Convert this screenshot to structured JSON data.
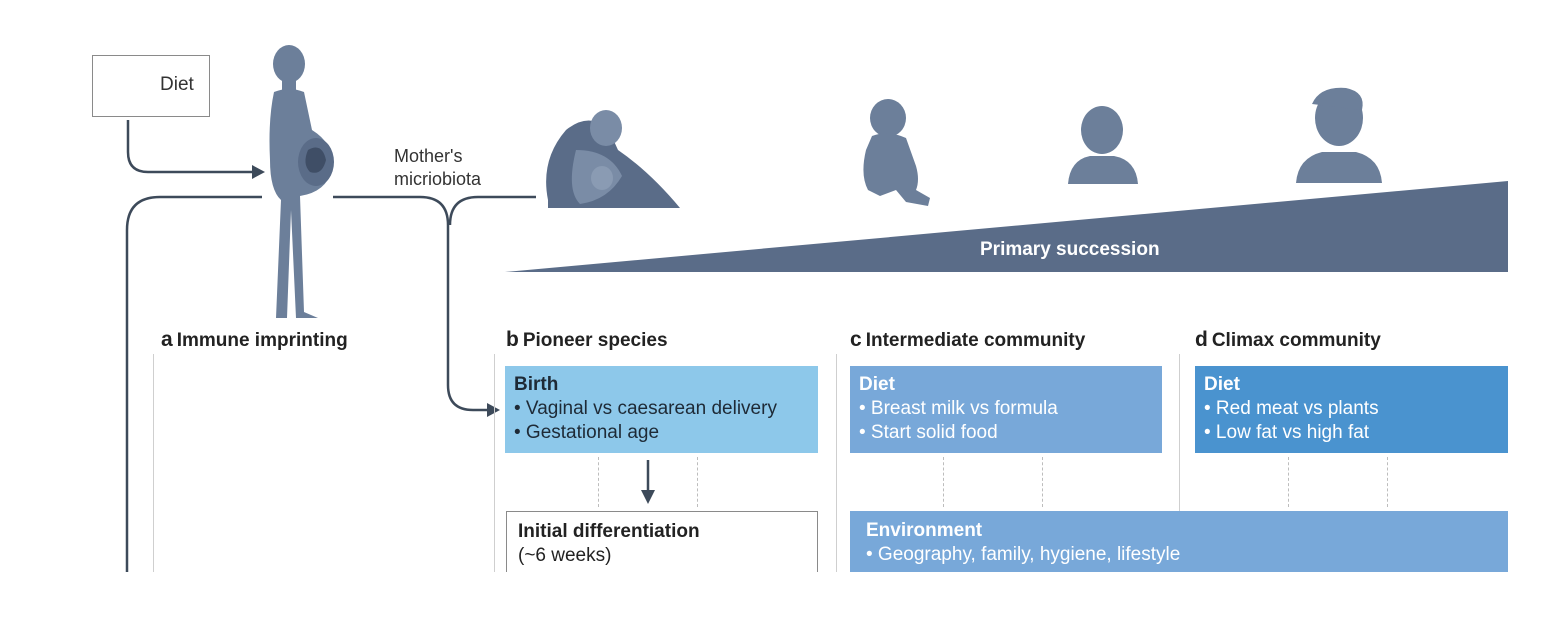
{
  "diet_box": {
    "label": "Diet"
  },
  "mother_label": {
    "line1": "Mother's",
    "line2": "micriobiota"
  },
  "succession": {
    "label": "Primary succession"
  },
  "sections": [
    {
      "letter": "a",
      "title": "Immune imprinting"
    },
    {
      "letter": "b",
      "title": "Pioneer species"
    },
    {
      "letter": "c",
      "title": "Intermediate community"
    },
    {
      "letter": "d",
      "title": "Climax community"
    }
  ],
  "cards": {
    "birth": {
      "head": "Birth",
      "items": [
        "• Vaginal vs caesarean delivery",
        "• Gestational age"
      ]
    },
    "diet_c": {
      "head": "Diet",
      "items": [
        "• Breast milk vs formula",
        "• Start solid food"
      ]
    },
    "diet_d": {
      "head": "Diet",
      "items": [
        "• Red meat vs plants",
        "• Low fat vs high fat"
      ]
    },
    "initial": {
      "head": "Initial differentiation",
      "sub": "(~6 weeks)"
    },
    "environment": {
      "head": "Environment",
      "items": [
        "• Geography, family, hygiene, lifestyle"
      ]
    }
  },
  "colors": {
    "silhouette": "#6c7f9a",
    "wedge": "#5a6c88",
    "arrow": "#3d4a5a",
    "dot": "#8fd479",
    "card_b": "#8dc8ea",
    "card_c": "#78a8d9",
    "card_d": "#4a93cf"
  }
}
